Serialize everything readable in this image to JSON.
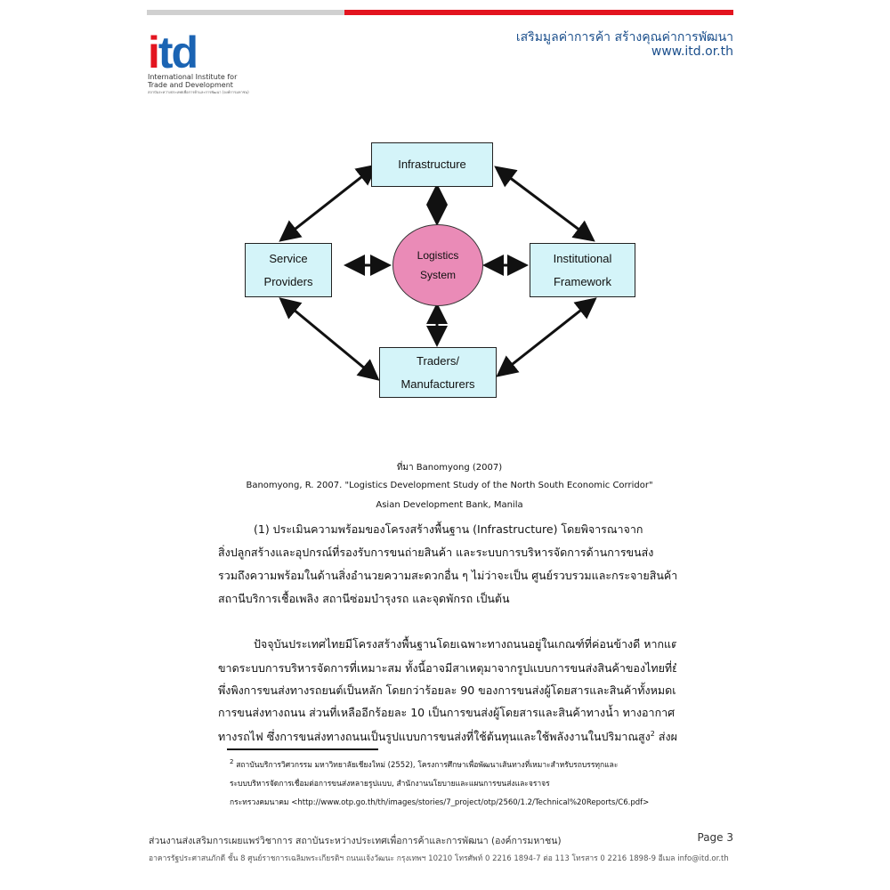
{
  "header": {
    "logo_text": "itd",
    "logo_name_line1": "International Institute for",
    "logo_name_line2": "Trade and Development",
    "logo_tagline": "สถาบันระหว่างประเทศเพื่อการค้าและการพัฒนา (องค์การมหาชน)",
    "slogan": "เสริมมูลค่าการค้า สร้างคุณค่าการพัฒนา",
    "website": "www.itd.or.th",
    "colors": {
      "brand_blue": "#1b64b3",
      "brand_red": "#e3141f"
    }
  },
  "diagram": {
    "center_line1": "Logistics",
    "center_line2": "System",
    "top_line1": "Infrastructure",
    "left_line1": "Service",
    "left_line2": "Providers",
    "right_line1": "Institutional",
    "right_line2": "Framework",
    "bottom_line1": "Traders/",
    "bottom_line2": "Manufacturers"
  },
  "caption": {
    "source": "ที่มา Banomyong (2007)",
    "ref1": "Banomyong, R. 2007. \"Logistics Development Study of the North South Economic Corridor\"",
    "ref2": "Asian Development Bank, Manila"
  },
  "body": {
    "p1": [
      "(1) ประเมินความพร้อมของโครงสร้างพื้นฐาน (Infrastructure) โดยพิจารณาจาก",
      "สิ่งปลูกสร้างและอุปกรณ์ที่รองรับการขนถ่ายสินค้า และระบบการบริหารจัดการด้านการขนส่ง",
      "รวมถึงความพร้อมในด้านสิ่งอำนวยความสะดวกอื่น ๆ ไม่ว่าจะเป็น ศูนย์รวบรวมและกระจายสินค้า",
      "สถานีบริการเชื้อเพลิง สถานีซ่อมบำรุงรถ และจุดพักรถ เป็นต้น"
    ],
    "p2": [
      "ปัจจุบันประเทศไทยมีโครงสร้างพื้นฐานโดยเฉพาะทางถนนอยู่ในเกณฑ์ที่ค่อนข้างดี หากแต่ยัง",
      "ขาดระบบการบริหารจัดการที่เหมาะสม ทั้งนี้อาจมีสาเหตุมาจากรูปแบบการขนส่งสินค้าของไทยที่ยังคง",
      "พึ่งพิงการขนส่งทางรถยนต์เป็นหลัก โดยกว่าร้อยละ 90 ของการขนส่งผู้โดยสารและสินค้าทั้งหมดเป็น",
      "การขนส่งทางถนน ส่วนที่เหลืออีกร้อยละ 10 เป็นการขนส่งผู้โดยสารและสินค้าทางน้ำ ทางอากาศ และ",
      "ทางรถไฟ ซึ่งการขนส่งทางถนนเป็นรูปแบบการขนส่งที่ใช้ต้นทุนและใช้พลังงานในปริมาณสูง",
      "ส่งผลให้"
    ],
    "footnote_mark": "2"
  },
  "footnote": {
    "number": "2",
    "lines": [
      "สถาบันบริการวิศวกรรม มหาวิทยาลัยเชียงใหม่ (2552), โครงการศึกษาเพื่อพัฒนาเส้นทางที่เหมาะสำหรับรถบรรทุกและ",
      "ระบบบริหารจัดการเชื่อมต่อการขนส่งหลายรูปแบบ, สำนักงานนโยบายและแผนการขนส่งและจราจร",
      "กระทรวงคมนาคม <http://www.otp.go.th/th/images/stories/7_project/otp/2560/1.2/Technical%20Reports/C6.pdf>"
    ]
  },
  "footer": {
    "org": "ส่วนงานส่งเสริมการเผยแพร่วิชาการ    สถาบันระหว่างประเทศเพื่อการค้าและการพัฒนา (องค์การมหาชน)",
    "page": "Page 3",
    "address": "อาคารรัฐประศาสนภักดี ชั้น 8 ศูนย์ราชการเฉลิมพระเกียรติฯ ถนนแจ้งวัฒนะ กรุงเทพฯ 10210 โทรศัพท์ 0 2216 1894-7 ต่อ 113 โทรสาร 0 2216 1898-9 อีเมล info@itd.or.th"
  }
}
